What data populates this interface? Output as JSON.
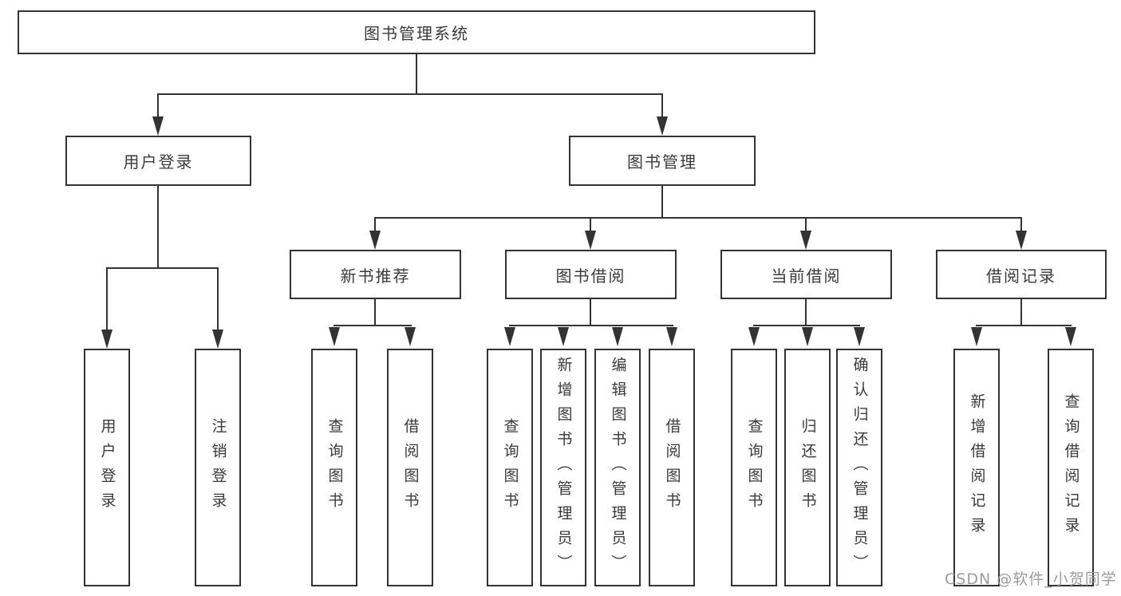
{
  "nodes": {
    "root": "图书管理系统",
    "user_login": "用户登录",
    "book_management": "图书管理",
    "new_book_recommend": "新书推荐",
    "book_borrow": "图书借阅",
    "current_borrow": "当前借阅",
    "borrow_records": "借阅记录",
    "leaf_user_login": "用户登录",
    "leaf_logout": "注销登录",
    "leaf_query_book_rec": "查询图书",
    "leaf_borrow_book_rec": "借阅图书",
    "leaf_query_book_borrow": "查询图书",
    "leaf_add_book_admin": "新增图书（管理员）",
    "leaf_edit_book_admin": "编辑图书（管理员）",
    "leaf_borrow_book_borrow": "借阅图书",
    "leaf_query_book_current": "查询图书",
    "leaf_return_book": "归还图书",
    "leaf_confirm_return_admin": "确认归还（管理员）",
    "leaf_add_borrow_record": "新增借阅记录",
    "leaf_query_borrow_record": "查询借阅记录"
  },
  "watermark": "CSDN @软件_小贺同学",
  "colors": {
    "line": "#333333",
    "text": "#3a3a3a",
    "watermark": "#9c9c9c",
    "background": "#ffffff"
  }
}
